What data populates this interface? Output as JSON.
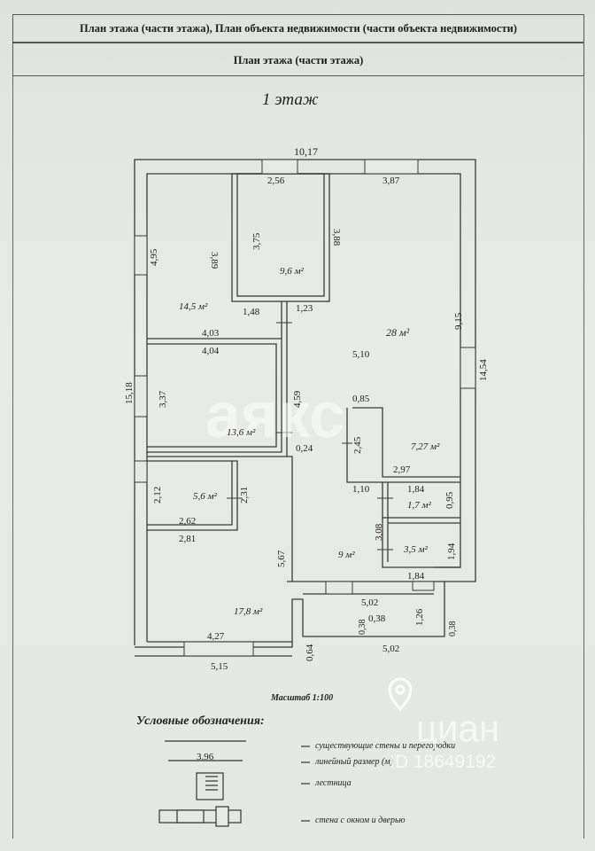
{
  "header": {
    "title": "План этажа (части этажа), План объекта недвижимости (части объекта недвижимости)",
    "subtitle": "План этажа (части этажа)"
  },
  "floor_title": "1 этаж",
  "watermark": "аякс",
  "dimensions": {
    "total_width": "10,17",
    "d_2_56": "2,56",
    "d_3_87": "3,87",
    "d_4_95": "4,95",
    "d_3_89": "3,89",
    "d_3_75": "3,75",
    "d_3_88": "3,88",
    "d_1_48": "1,48",
    "d_1_23": "1,23",
    "d_9_15": "9,15",
    "d_4_03": "4,03",
    "d_4_04": "4,04",
    "d_5_10": "5,10",
    "d_14_54": "14,54",
    "d_15_18": "15,18",
    "d_3_37": "3,37",
    "d_4_59": "4,59",
    "d_0_85": "0,85",
    "d_2_45": "2,45",
    "d_0_24": "0,24",
    "d_2_97": "2,97",
    "d_2_12": "2,12",
    "d_2_31": "2,31",
    "d_1_10": "1,10",
    "d_1_84a": "1,84",
    "d_0_95": "0,95",
    "d_2_62": "2,62",
    "d_2_81": "2,81",
    "d_3_08": "3,08",
    "d_5_67": "5,67",
    "d_1_94": "1,94",
    "d_1_84b": "1,84",
    "d_5_02a": "5,02",
    "d_0_38a": "0,38",
    "d_0_38b": "0,38",
    "d_1_26": "1,26",
    "d_0_38c": "0,38",
    "d_4_27": "4,27",
    "d_0_64": "0,64",
    "d_5_02b": "5,02",
    "d_5_15": "5,15"
  },
  "rooms": {
    "r_14_5": "14,5 м²",
    "r_9_6": "9,6 м²",
    "r_28": "28 м²",
    "r_13_6": "13,6 м²",
    "r_7_27": "7,27 м²",
    "r_5_6": "5,6 м²",
    "r_1_7": "1,7 м²",
    "r_9": "9 м²",
    "r_3_5": "3,5 м²",
    "r_17_8": "17,8 м²"
  },
  "scale": "Масштаб 1:100",
  "legend": {
    "title": "Условные обозначения:",
    "sample_dimension": "3.96",
    "items": [
      "существующие стены и перегородки",
      "линейный размер (м)",
      "лестница",
      "стена с окном и дверью"
    ]
  },
  "listing_watermark": {
    "brand": "циан",
    "id": "ID 18649192"
  }
}
